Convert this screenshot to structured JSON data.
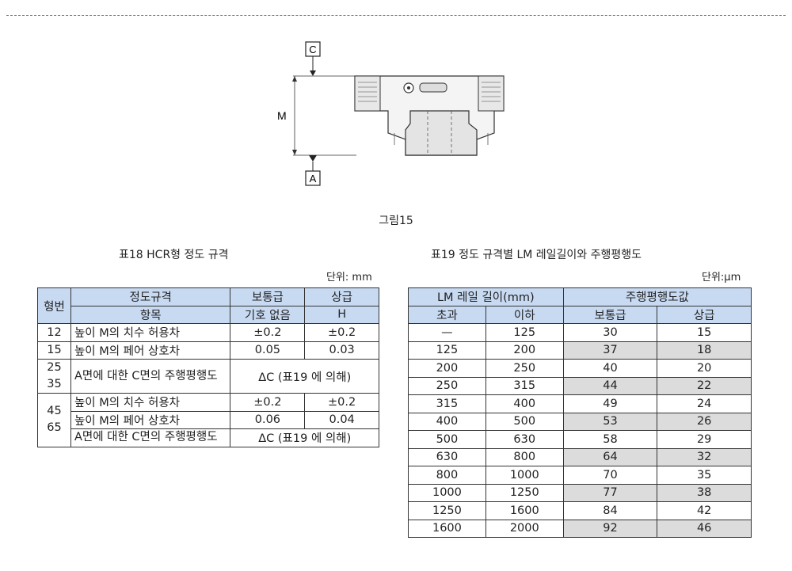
{
  "figure": {
    "label_c": "C",
    "label_m": "M",
    "label_a": "A",
    "caption": "그림15"
  },
  "table18": {
    "title": "표18   HCR형 정도 규격",
    "unit": "단위: mm",
    "header": {
      "col_model": "형번",
      "col_spec": "정도규격",
      "col_item": "항목",
      "col_normal": "보통급",
      "col_normal_sym": "기호 없음",
      "col_high": "상급",
      "col_high_sym": "H"
    },
    "group1_models": [
      "12",
      "15",
      "25",
      "35"
    ],
    "group2_models": [
      "45",
      "65"
    ],
    "row_height_tol": "높이 M의 치수 허용차",
    "row_pair_diff": "높이 M의 페어 상호차",
    "row_parallel": "A면에 대한 C면의 주행평행도",
    "g1_height_normal": "±0.2",
    "g1_height_high": "±0.2",
    "g1_pair_normal": "0.05",
    "g1_pair_high": "0.03",
    "g2_height_normal": "±0.2",
    "g2_height_high": "±0.2",
    "g2_pair_normal": "0.06",
    "g2_pair_high": "0.04",
    "parallel_value": "ΔC (표19 에 의해)"
  },
  "table19": {
    "title": "표19   정도 규격별 LM 레일길이와 주행평행도",
    "unit": "단위:μm",
    "header": {
      "col_length": "LM 레일 길이(mm)",
      "col_parallel": "주행평행도값",
      "col_over": "초과",
      "col_under": "이하",
      "col_normal": "보통급",
      "col_high": "상급"
    },
    "rows": [
      [
        "—",
        "125",
        "30",
        "15"
      ],
      [
        "125",
        "200",
        "37",
        "18"
      ],
      [
        "200",
        "250",
        "40",
        "20"
      ],
      [
        "250",
        "315",
        "44",
        "22"
      ],
      [
        "315",
        "400",
        "49",
        "24"
      ],
      [
        "400",
        "500",
        "53",
        "26"
      ],
      [
        "500",
        "630",
        "58",
        "29"
      ],
      [
        "630",
        "800",
        "64",
        "32"
      ],
      [
        "800",
        "1000",
        "70",
        "35"
      ],
      [
        "1000",
        "1250",
        "77",
        "38"
      ],
      [
        "1250",
        "1600",
        "84",
        "42"
      ],
      [
        "1600",
        "2000",
        "92",
        "46"
      ]
    ]
  }
}
